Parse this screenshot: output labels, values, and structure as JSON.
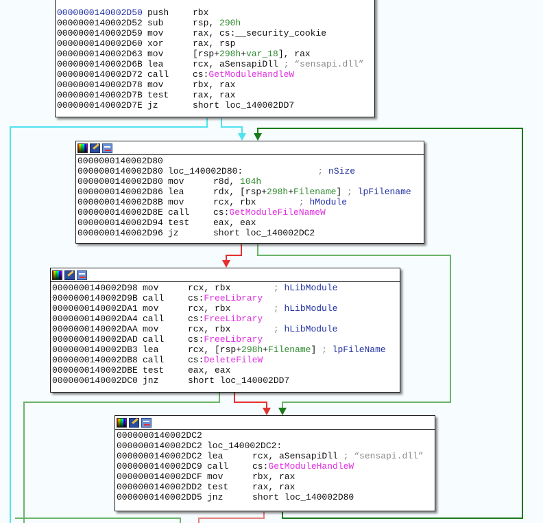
{
  "colors": {
    "background": "#f7fcfe",
    "edge_unconditional": "#4ee3ef",
    "edge_true": "#1a7a1a",
    "edge_false": "#e53030",
    "edge_back": "#6ab46a",
    "address": "#1f2fa6",
    "immediate": "#2e8a2e",
    "api": "#e030e0",
    "comment": "#2030a0",
    "string": "#8a8a8a"
  },
  "header_icons": [
    "color-palette-icon",
    "edit-node-icon",
    "graph-overview-icon"
  ],
  "blocks": [
    {
      "id": "block-2d50",
      "has_header": false,
      "lines": [
        {
          "addr": "0000000140002D50",
          "mn": "push",
          "ops": [
            {
              "t": "rbx",
              "c": ""
            }
          ],
          "addr_blue": true
        },
        {
          "addr": "0000000140002D52",
          "mn": "sub",
          "ops": [
            {
              "t": "rsp, ",
              "c": ""
            },
            {
              "t": "290h",
              "c": "num"
            }
          ]
        },
        {
          "addr": "0000000140002D59",
          "mn": "mov",
          "ops": [
            {
              "t": "rax, cs:__security_cookie",
              "c": ""
            }
          ]
        },
        {
          "addr": "0000000140002D60",
          "mn": "xor",
          "ops": [
            {
              "t": "rax, rsp",
              "c": ""
            }
          ]
        },
        {
          "addr": "0000000140002D63",
          "mn": "mov",
          "ops": [
            {
              "t": "[rsp+",
              "c": ""
            },
            {
              "t": "298h",
              "c": "num"
            },
            {
              "t": "+",
              "c": ""
            },
            {
              "t": "var_18",
              "c": "num"
            },
            {
              "t": "], rax",
              "c": ""
            }
          ]
        },
        {
          "addr": "0000000140002D6B",
          "mn": "lea",
          "ops": [
            {
              "t": "rcx, aSensapiDll",
              "c": ""
            },
            {
              "t": " ; ",
              "c": "gray"
            },
            {
              "t": "“sensapi.dll”",
              "c": "str"
            }
          ]
        },
        {
          "addr": "0000000140002D72",
          "mn": "call",
          "ops": [
            {
              "t": "cs:",
              "c": ""
            },
            {
              "t": "GetModuleHandleW",
              "c": "fn"
            }
          ]
        },
        {
          "addr": "0000000140002D78",
          "mn": "mov",
          "ops": [
            {
              "t": "rbx, rax",
              "c": ""
            }
          ]
        },
        {
          "addr": "0000000140002D7B",
          "mn": "test",
          "ops": [
            {
              "t": "rax, rax",
              "c": ""
            }
          ]
        },
        {
          "addr": "0000000140002D7E",
          "mn": "jz",
          "ops": [
            {
              "t": "short loc_140002DD7",
              "c": ""
            }
          ]
        }
      ]
    },
    {
      "id": "block-2d80",
      "has_header": true,
      "lines": [
        {
          "addr": "0000000140002D80",
          "mn": "",
          "ops": []
        },
        {
          "addr": "0000000140002D80",
          "mn": "loc_140002D80:",
          "ops": [
            {
              "t": "              ; ",
              "c": "gray"
            },
            {
              "t": "nSize",
              "c": "cmt"
            }
          ],
          "label": true
        },
        {
          "addr": "0000000140002D80",
          "mn": "mov",
          "ops": [
            {
              "t": "r8d, ",
              "c": ""
            },
            {
              "t": "104h",
              "c": "num"
            }
          ]
        },
        {
          "addr": "0000000140002D86",
          "mn": "lea",
          "ops": [
            {
              "t": "rdx, [rsp+",
              "c": ""
            },
            {
              "t": "298h",
              "c": "num"
            },
            {
              "t": "+",
              "c": ""
            },
            {
              "t": "Filename",
              "c": "num"
            },
            {
              "t": "]",
              "c": ""
            },
            {
              "t": " ; ",
              "c": "gray"
            },
            {
              "t": "lpFilename",
              "c": "cmt"
            }
          ]
        },
        {
          "addr": "0000000140002D8B",
          "mn": "mov",
          "ops": [
            {
              "t": "rcx, rbx",
              "c": ""
            },
            {
              "t": "        ; ",
              "c": "gray"
            },
            {
              "t": "hModule",
              "c": "cmt"
            }
          ]
        },
        {
          "addr": "0000000140002D8E",
          "mn": "call",
          "ops": [
            {
              "t": "cs:",
              "c": ""
            },
            {
              "t": "GetModuleFileNameW",
              "c": "fn"
            }
          ]
        },
        {
          "addr": "0000000140002D94",
          "mn": "test",
          "ops": [
            {
              "t": "eax, eax",
              "c": ""
            }
          ]
        },
        {
          "addr": "0000000140002D96",
          "mn": "jz",
          "ops": [
            {
              "t": "short loc_140002DC2",
              "c": ""
            }
          ]
        }
      ]
    },
    {
      "id": "block-2d98",
      "has_header": true,
      "lines": [
        {
          "addr": "0000000140002D98",
          "mn": "mov",
          "ops": [
            {
              "t": "rcx, rbx",
              "c": ""
            },
            {
              "t": "        ; ",
              "c": "gray"
            },
            {
              "t": "hLibModule",
              "c": "cmt"
            }
          ]
        },
        {
          "addr": "0000000140002D9B",
          "mn": "call",
          "ops": [
            {
              "t": "cs:",
              "c": ""
            },
            {
              "t": "FreeLibrary",
              "c": "fn"
            }
          ]
        },
        {
          "addr": "0000000140002DA1",
          "mn": "mov",
          "ops": [
            {
              "t": "rcx, rbx",
              "c": ""
            },
            {
              "t": "        ; ",
              "c": "gray"
            },
            {
              "t": "hLibModule",
              "c": "cmt"
            }
          ]
        },
        {
          "addr": "0000000140002DA4",
          "mn": "call",
          "ops": [
            {
              "t": "cs:",
              "c": ""
            },
            {
              "t": "FreeLibrary",
              "c": "fn"
            }
          ]
        },
        {
          "addr": "0000000140002DAA",
          "mn": "mov",
          "ops": [
            {
              "t": "rcx, rbx",
              "c": ""
            },
            {
              "t": "        ; ",
              "c": "gray"
            },
            {
              "t": "hLibModule",
              "c": "cmt"
            }
          ]
        },
        {
          "addr": "0000000140002DAD",
          "mn": "call",
          "ops": [
            {
              "t": "cs:",
              "c": ""
            },
            {
              "t": "FreeLibrary",
              "c": "fn"
            }
          ]
        },
        {
          "addr": "0000000140002DB3",
          "mn": "lea",
          "ops": [
            {
              "t": "rcx, [rsp+",
              "c": ""
            },
            {
              "t": "298h",
              "c": "num"
            },
            {
              "t": "+",
              "c": ""
            },
            {
              "t": "Filename",
              "c": "num"
            },
            {
              "t": "]",
              "c": ""
            },
            {
              "t": " ; ",
              "c": "gray"
            },
            {
              "t": "lpFileName",
              "c": "cmt"
            }
          ]
        },
        {
          "addr": "0000000140002DB8",
          "mn": "call",
          "ops": [
            {
              "t": "cs:",
              "c": ""
            },
            {
              "t": "DeleteFileW",
              "c": "fn"
            }
          ]
        },
        {
          "addr": "0000000140002DBE",
          "mn": "test",
          "ops": [
            {
              "t": "eax, eax",
              "c": ""
            }
          ]
        },
        {
          "addr": "0000000140002DC0",
          "mn": "jnz",
          "ops": [
            {
              "t": "short loc_140002DD7",
              "c": ""
            }
          ]
        }
      ]
    },
    {
      "id": "block-2dc2",
      "has_header": true,
      "lines": [
        {
          "addr": "0000000140002DC2",
          "mn": "",
          "ops": []
        },
        {
          "addr": "0000000140002DC2",
          "mn": "loc_140002DC2:",
          "ops": [],
          "label": true
        },
        {
          "addr": "0000000140002DC2",
          "mn": "lea",
          "ops": [
            {
              "t": "rcx, aSensapiDll",
              "c": ""
            },
            {
              "t": " ; ",
              "c": "gray"
            },
            {
              "t": "“sensapi.dll”",
              "c": "str"
            }
          ]
        },
        {
          "addr": "0000000140002DC9",
          "mn": "call",
          "ops": [
            {
              "t": "cs:",
              "c": ""
            },
            {
              "t": "GetModuleHandleW",
              "c": "fn"
            }
          ]
        },
        {
          "addr": "0000000140002DCF",
          "mn": "mov",
          "ops": [
            {
              "t": "rbx, rax",
              "c": ""
            }
          ]
        },
        {
          "addr": "0000000140002DD2",
          "mn": "test",
          "ops": [
            {
              "t": "rax, rax",
              "c": ""
            }
          ]
        },
        {
          "addr": "0000000140002DD5",
          "mn": "jnz",
          "ops": [
            {
              "t": "short loc_140002D80",
              "c": ""
            }
          ]
        }
      ]
    }
  ],
  "edges": [
    {
      "from": "block-2d50",
      "to": "loc_140002DD7",
      "kind": "jz-taken",
      "color": "edge_unconditional"
    },
    {
      "from": "block-2d50",
      "to": "block-2d80",
      "kind": "fallthrough",
      "color": "edge_unconditional"
    },
    {
      "from": "block-2dc2",
      "to": "block-2d80",
      "kind": "jnz-taken",
      "color": "edge_true"
    },
    {
      "from": "block-2d80",
      "to": "block-2d98",
      "kind": "fallthrough",
      "color": "edge_false"
    },
    {
      "from": "block-2d80",
      "to": "block-2dc2",
      "kind": "jz-taken",
      "color": "edge_back"
    },
    {
      "from": "block-2d98",
      "to": "block-2dc2",
      "kind": "fallthrough",
      "color": "edge_false"
    },
    {
      "from": "block-2d98",
      "to": "loc_140002DD7",
      "kind": "jnz-taken",
      "color": "edge_back"
    },
    {
      "from": "block-2dc2",
      "to": "loc_140002DD7",
      "kind": "fallthrough",
      "color": "edge_false"
    }
  ]
}
